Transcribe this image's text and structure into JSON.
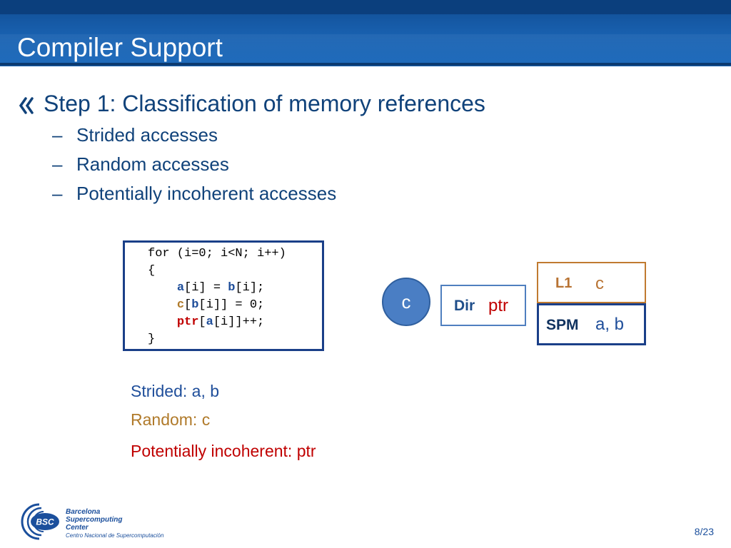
{
  "slide": {
    "title": "Compiler Support",
    "bullet": "Step 1: Classification of memory references",
    "subbullets": [
      "Strided accesses",
      "Random accesses",
      "Potentially incoherent accesses"
    ],
    "page": "8/23"
  },
  "code": {
    "line1": "for (i=0; i<N; i++)",
    "line2": "{",
    "l3_a": "a",
    "l3_mid": "[i] = ",
    "l3_b": "b",
    "l3_end": "[i];",
    "l4_c": "c",
    "l4_open": "[",
    "l4_b": "b",
    "l4_end": "[i]] = 0;",
    "l5_ptr": "ptr",
    "l5_open": "[",
    "l5_a": "a",
    "l5_end": "[i]]++;",
    "line6": "}"
  },
  "diagram": {
    "core_label": "c",
    "dir_label": "Dir",
    "dir_value": "ptr",
    "l1_label": "L1",
    "l1_value": "c",
    "spm_label": "SPM",
    "spm_value": "a, b"
  },
  "classification": {
    "strided": "Strided: a, b",
    "random": "Random: c",
    "incoherent": "Potentially incoherent: ptr"
  },
  "logo": {
    "name_line1": "Barcelona",
    "name_line2": "Supercomputing",
    "name_line3": "Center",
    "subtitle": "Centro Nacional de Supercomputación",
    "mark": "BSC"
  },
  "colors": {
    "header": "#1558a3",
    "text_blue": "#10427a",
    "random_brown": "#b07a2a",
    "incoherent_red": "#c00000"
  }
}
